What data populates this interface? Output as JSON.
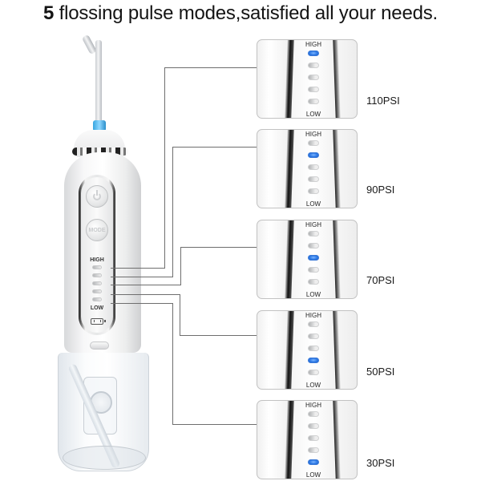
{
  "headline": {
    "number": "5",
    "text": " flossing pulse modes,satisfied all your needs."
  },
  "device": {
    "mode_button_label": "MODE",
    "indicator_high_label": "HIGH",
    "indicator_low_label": "LOW",
    "accent_color": "#37a6e0"
  },
  "modes": [
    {
      "pressure": "110PSI",
      "active_led": 0,
      "high_label": "HIGH",
      "low_label": "LOW"
    },
    {
      "pressure": "90PSI",
      "active_led": 1,
      "high_label": "HIGH",
      "low_label": "LOW"
    },
    {
      "pressure": "70PSI",
      "active_led": 2,
      "high_label": "HIGH",
      "low_label": "LOW"
    },
    {
      "pressure": "50PSI",
      "active_led": 3,
      "high_label": "HIGH",
      "low_label": "LOW"
    },
    {
      "pressure": "30PSI",
      "active_led": 4,
      "high_label": "HIGH",
      "low_label": "LOW"
    }
  ],
  "colors": {
    "led_active": "#2f7be6",
    "led_inactive": "#d8d9da",
    "connector": "#6e6e6e"
  }
}
